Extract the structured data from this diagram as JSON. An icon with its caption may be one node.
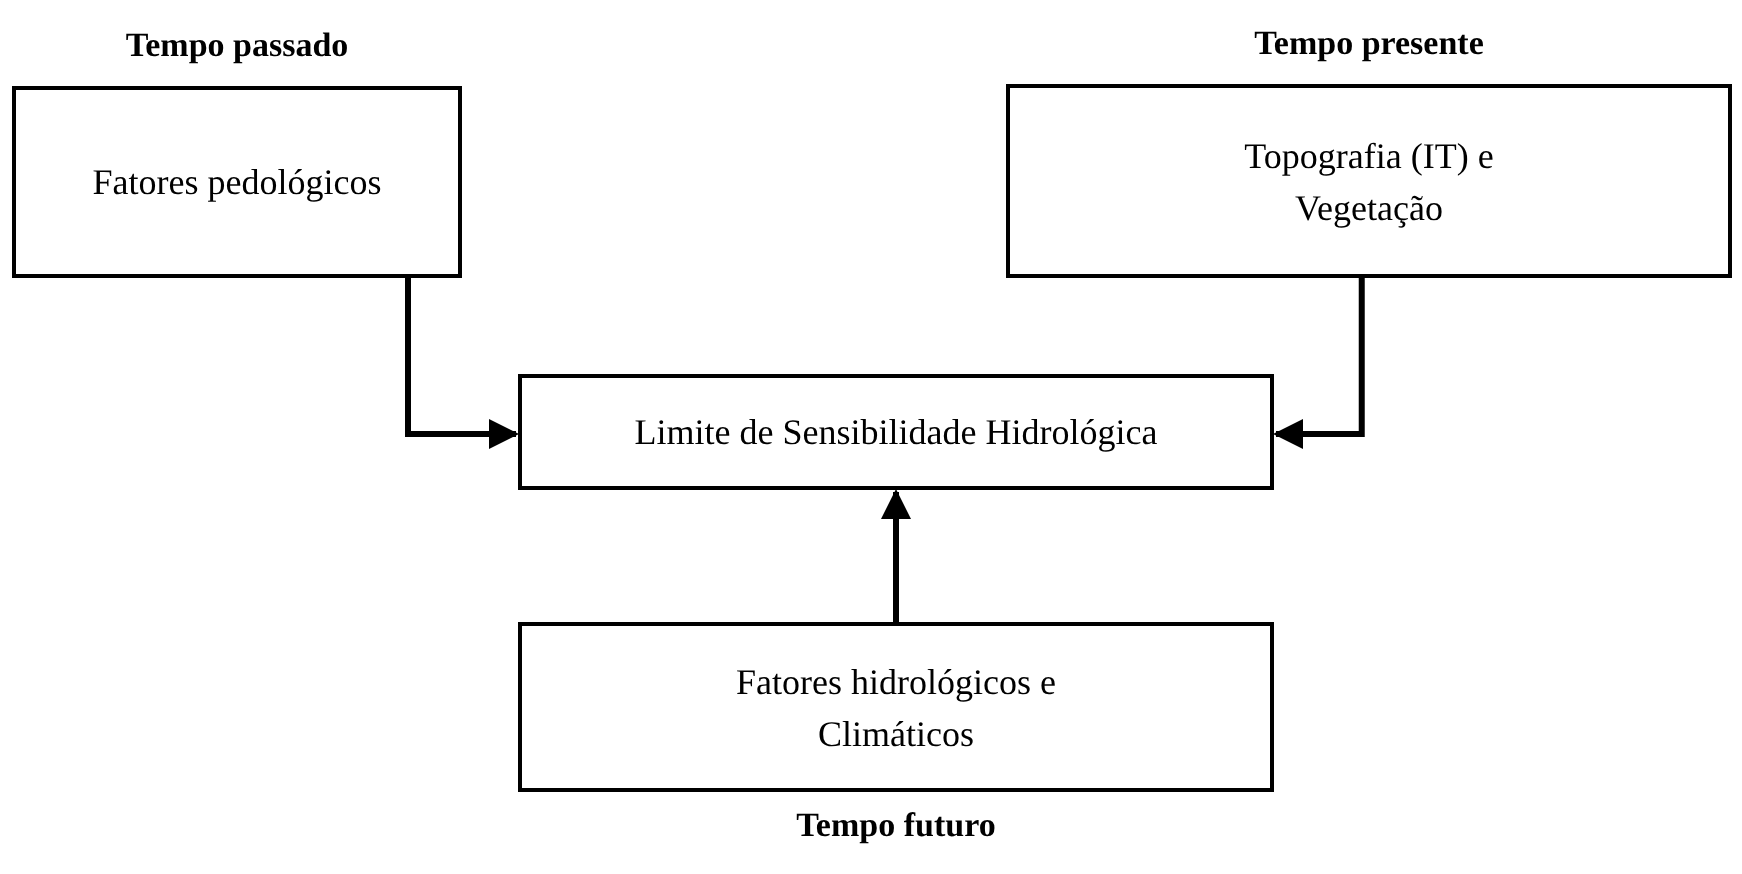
{
  "diagram": {
    "nodes": [
      {
        "text": [
          "Tempo passado",
          "Fatores pedológicos"
        ]
      },
      {
        "text": [
          "Tempo presente",
          "Topografia (IT) e Vegetação"
        ]
      },
      {
        "text": [
          "Limite de Sensibilidade Hidrológica"
        ]
      },
      {
        "text": [
          "Fatores hidrológicos e Climáticos",
          "Tempo futuro"
        ]
      }
    ],
    "edges": [
      {
        "from": 0,
        "to": 2,
        "arrow": "to"
      },
      {
        "from": 1,
        "to": 2,
        "arrow": "to"
      },
      {
        "from": 3,
        "to": 2,
        "arrow": "to"
      }
    ]
  }
}
